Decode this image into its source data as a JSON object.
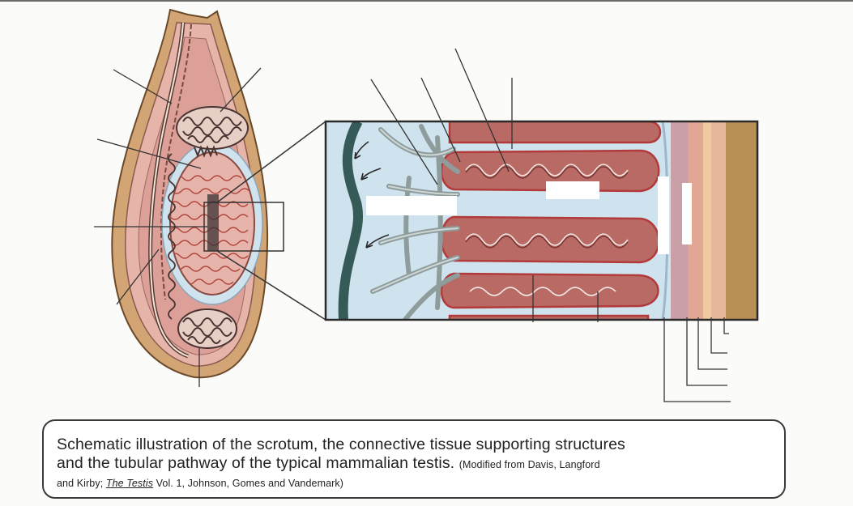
{
  "caption": {
    "line1": "Schematic illustration of the scrotum, the connective tissue supporting structures",
    "line2_main": "and the tubular pathway of the typical mammalian testis.",
    "line2_cite": "(Modified from Davis, Langford",
    "line3_start": "and Kirby;",
    "line3_title": "The Testis",
    "line3_end": "Vol. 1,  Johnson, Gomes and Vandemark)"
  },
  "colors": {
    "scrotum_outer": "#d4a574",
    "scrotum_wall": "#e7b4a9",
    "tunica_pink": "#dca098",
    "fluid_blue": "#cfe3ef",
    "tubule_red": "#c24a4a",
    "tubule_fill": "#b96a64",
    "vessel_dark": "#355a57",
    "vessel_grey": "#8f9c9c",
    "outline": "#3a3a3a"
  }
}
